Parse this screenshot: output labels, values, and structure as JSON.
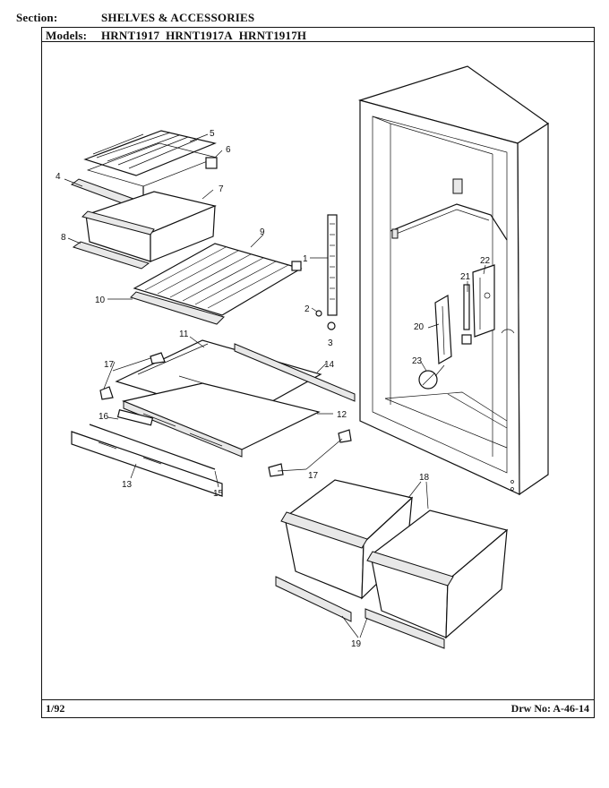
{
  "header": {
    "section_label": "Section:",
    "section_value": "SHELVES & ACCESSORIES",
    "models_label": "Models:",
    "models": [
      "HRNT1917",
      "HRNT1917A",
      "HRNT1917H"
    ]
  },
  "footer": {
    "date": "1/92",
    "drawing_number": "Drw No: A-46-14"
  },
  "callouts": [
    "1",
    "2",
    "3",
    "4",
    "5",
    "6",
    "7",
    "8",
    "9",
    "10",
    "11",
    "12",
    "13",
    "14",
    "15",
    "16",
    "17",
    "17",
    "18",
    "19",
    "20",
    "21",
    "22",
    "23"
  ]
}
